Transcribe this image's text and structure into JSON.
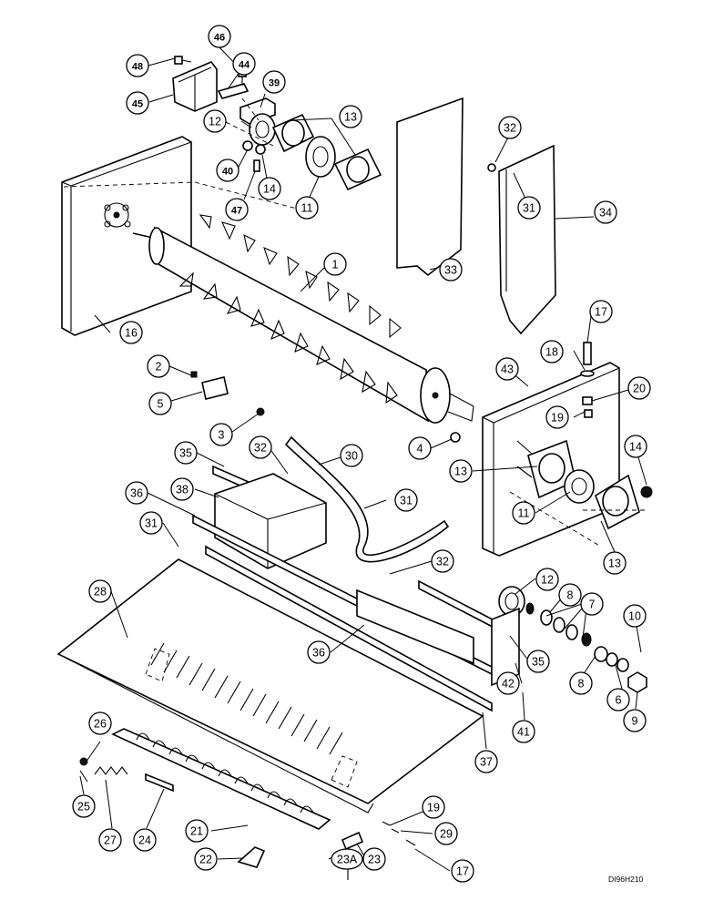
{
  "diagram": {
    "code": "DI96H210",
    "labels": [
      {
        "id": "46",
        "text": "46",
        "bold": true
      },
      {
        "id": "48",
        "text": "48",
        "bold": true
      },
      {
        "id": "44",
        "text": "44",
        "bold": true
      },
      {
        "id": "39",
        "text": "39",
        "bold": true
      },
      {
        "id": "45",
        "text": "45",
        "bold": true
      },
      {
        "id": "40",
        "text": "40",
        "bold": true
      },
      {
        "id": "47",
        "text": "47",
        "bold": true
      },
      {
        "id": "12a",
        "text": "12"
      },
      {
        "id": "13a",
        "text": "13"
      },
      {
        "id": "14a",
        "text": "14"
      },
      {
        "id": "11a",
        "text": "11"
      },
      {
        "id": "32a",
        "text": "32"
      },
      {
        "id": "31a",
        "text": "31"
      },
      {
        "id": "34",
        "text": "34"
      },
      {
        "id": "33",
        "text": "33"
      },
      {
        "id": "16",
        "text": "16"
      },
      {
        "id": "1",
        "text": "1"
      },
      {
        "id": "17a",
        "text": "17"
      },
      {
        "id": "18",
        "text": "18"
      },
      {
        "id": "43",
        "text": "43"
      },
      {
        "id": "20",
        "text": "20"
      },
      {
        "id": "19a",
        "text": "19"
      },
      {
        "id": "2",
        "text": "2"
      },
      {
        "id": "5",
        "text": "5"
      },
      {
        "id": "3",
        "text": "3"
      },
      {
        "id": "4",
        "text": "4"
      },
      {
        "id": "14b",
        "text": "14"
      },
      {
        "id": "35a",
        "text": "35"
      },
      {
        "id": "32b",
        "text": "32"
      },
      {
        "id": "30",
        "text": "30"
      },
      {
        "id": "13b",
        "text": "13"
      },
      {
        "id": "36a",
        "text": "36"
      },
      {
        "id": "38",
        "text": "38"
      },
      {
        "id": "31b",
        "text": "31"
      },
      {
        "id": "11b",
        "text": "11"
      },
      {
        "id": "31c",
        "text": "31"
      },
      {
        "id": "13c",
        "text": "13"
      },
      {
        "id": "32c",
        "text": "32"
      },
      {
        "id": "28",
        "text": "28"
      },
      {
        "id": "12b",
        "text": "12"
      },
      {
        "id": "8a",
        "text": "8"
      },
      {
        "id": "7",
        "text": "7"
      },
      {
        "id": "10",
        "text": "10"
      },
      {
        "id": "36b",
        "text": "36"
      },
      {
        "id": "35b",
        "text": "35"
      },
      {
        "id": "42",
        "text": "42"
      },
      {
        "id": "8b",
        "text": "8"
      },
      {
        "id": "6",
        "text": "6"
      },
      {
        "id": "9",
        "text": "9"
      },
      {
        "id": "41",
        "text": "41"
      },
      {
        "id": "37",
        "text": "37"
      },
      {
        "id": "26",
        "text": "26"
      },
      {
        "id": "25",
        "text": "25"
      },
      {
        "id": "27",
        "text": "27"
      },
      {
        "id": "24",
        "text": "24"
      },
      {
        "id": "21",
        "text": "21"
      },
      {
        "id": "19b",
        "text": "19"
      },
      {
        "id": "29",
        "text": "29"
      },
      {
        "id": "22",
        "text": "22"
      },
      {
        "id": "23A",
        "text": "23A"
      },
      {
        "id": "23",
        "text": "23"
      },
      {
        "id": "17b",
        "text": "17"
      }
    ]
  }
}
